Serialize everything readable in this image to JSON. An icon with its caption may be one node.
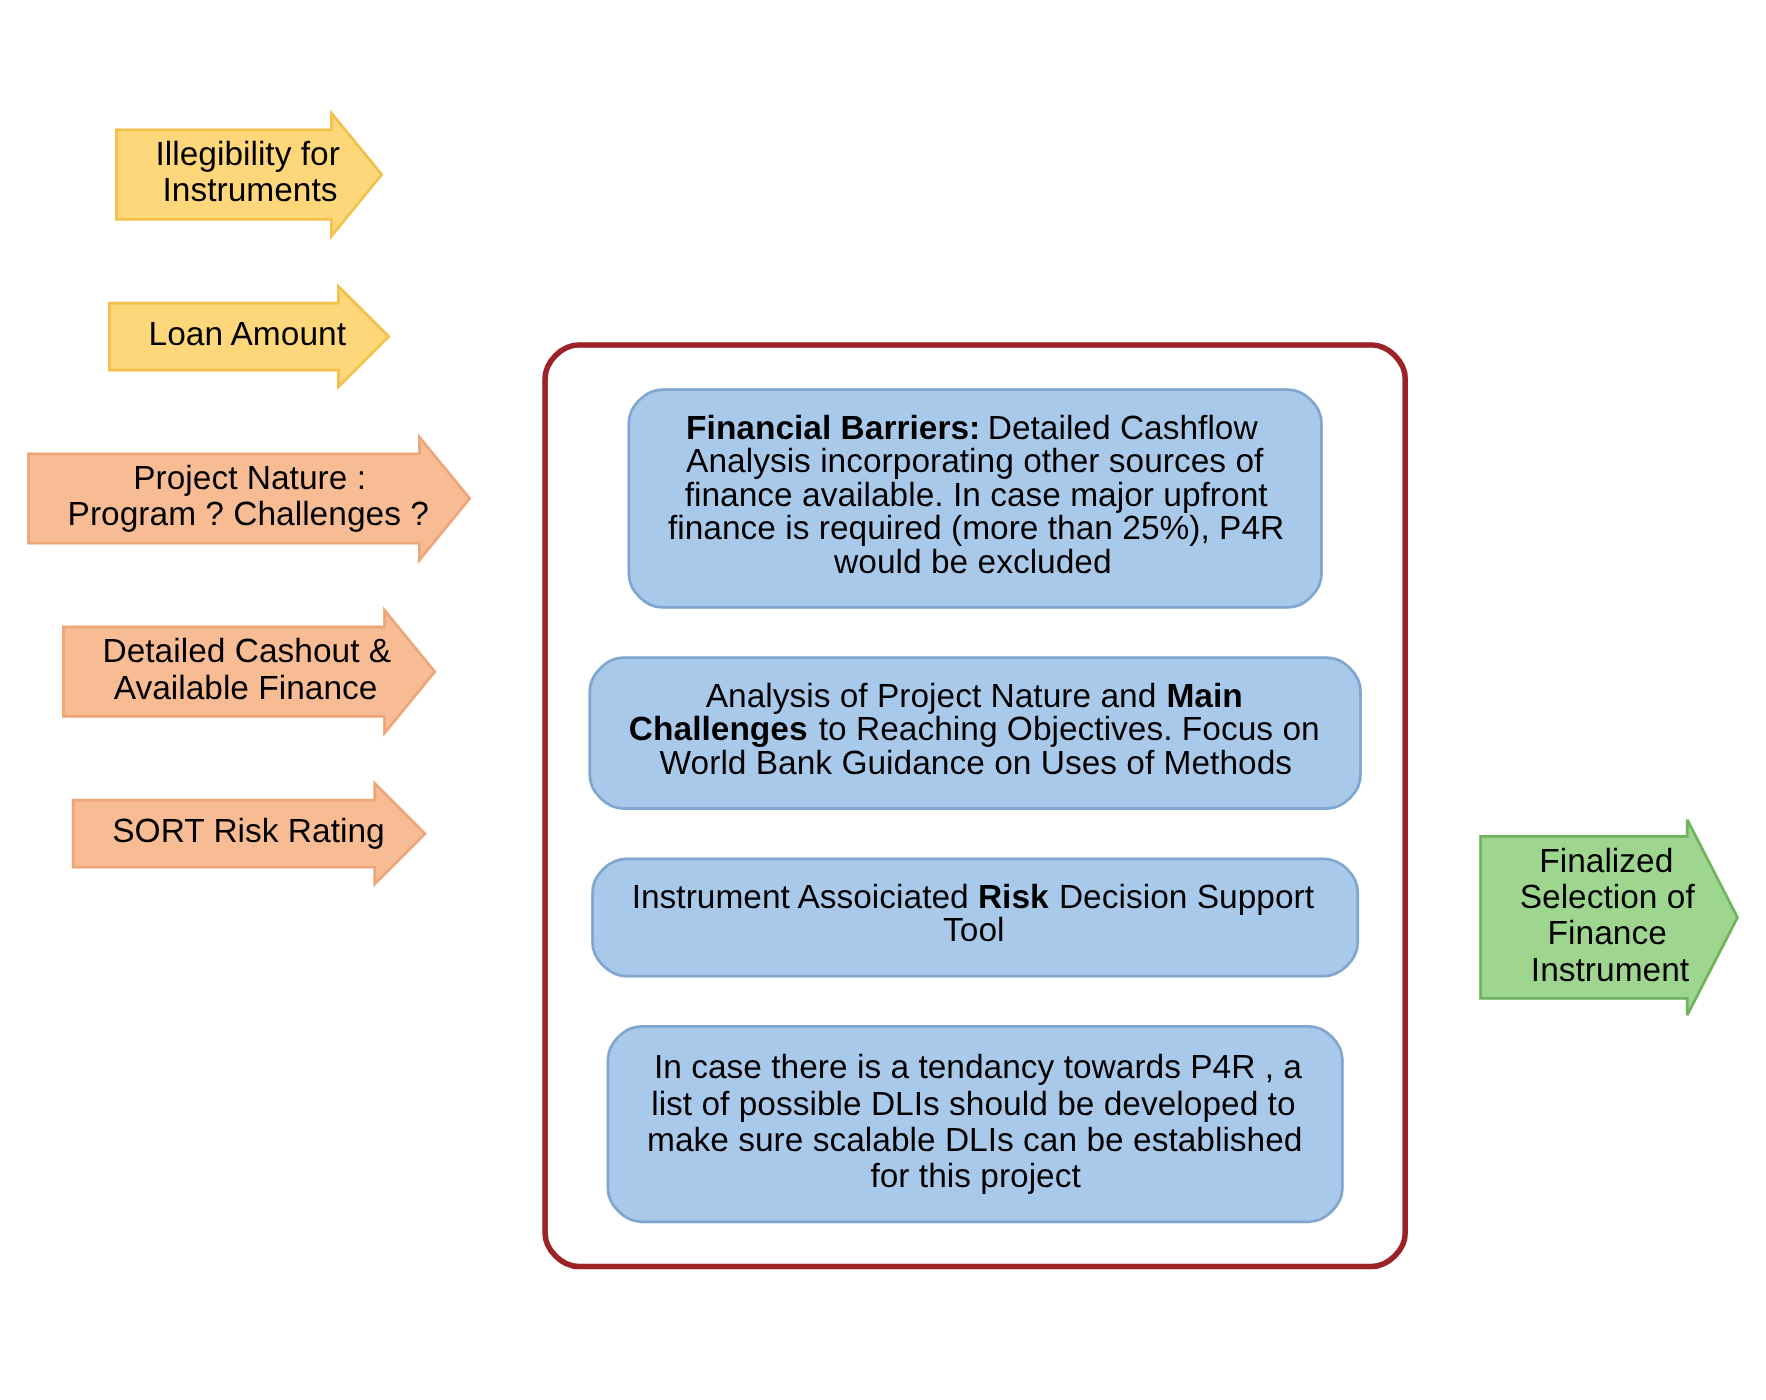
{
  "diagram": {
    "nodes": [
      {
        "text": [
          "Illegibility for Instruments"
        ]
      },
      {
        "text": [
          "Loan Amount"
        ]
      },
      {
        "text": [
          "Project Nature : Program ? Challenges ?"
        ]
      },
      {
        "text": [
          "Detailed Cashout & Available Finance"
        ]
      },
      {
        "text": [
          "SORT Risk Rating"
        ]
      },
      {
        "text": [],
        "shape": "box"
      },
      {
        "text": [
          "**Financial Barriers:** Detailed Cashflow Analysis incorporating other sources of finance available. In case major upfront finance is required (more than 25%), P4R would be excluded"
        ],
        "in": 5
      },
      {
        "text": [
          "Analysis of Project Nature and **Main Challenges** to Reaching Objectives. Focus on World Bank Guidance on Uses of Methods"
        ],
        "in": 5
      },
      {
        "text": [
          "Instrument Assoiciated **Risk** Decision Support Tool"
        ],
        "in": 5
      },
      {
        "text": [
          "In case there is a tendancy towards P4R , a list of possible DLIs should be developed to make sure scalable DLIs can be established for this project"
        ],
        "in": 5
      },
      {
        "text": [
          "Finalized Selection of Finance Instrument"
        ]
      }
    ]
  }
}
